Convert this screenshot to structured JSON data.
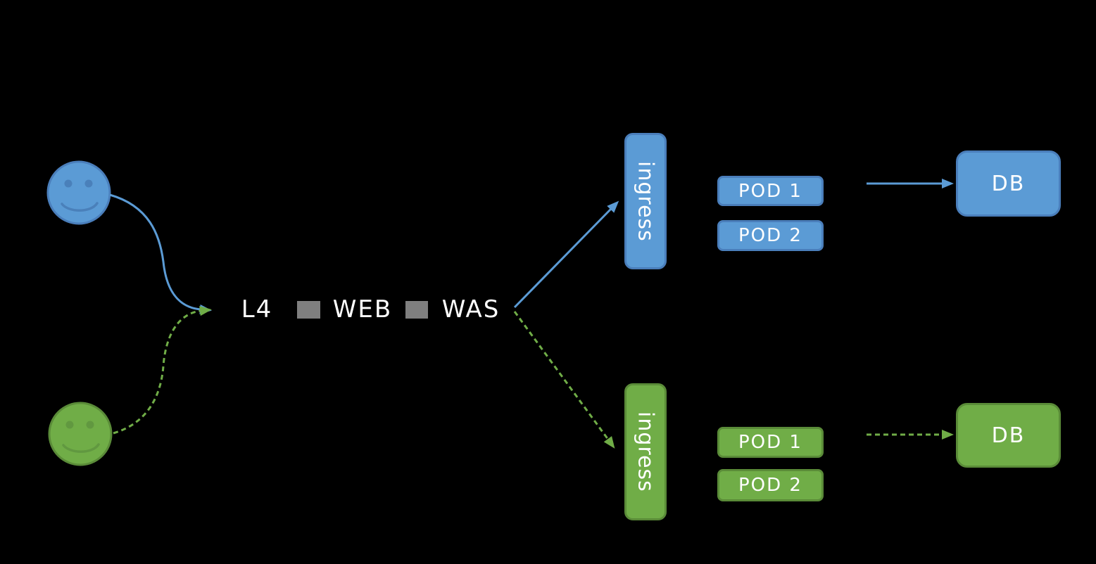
{
  "diagram": {
    "flow_chain": {
      "l4": "L4",
      "web": "WEB",
      "was": "WAS"
    },
    "blue_path": {
      "user": "blue-smiley-user",
      "ingress": "ingress",
      "pods": [
        "POD 1",
        "POD 2"
      ],
      "db": "DB",
      "line_style": "solid"
    },
    "green_path": {
      "user": "green-smiley-user",
      "ingress": "ingress",
      "pods": [
        "POD 1",
        "POD 2"
      ],
      "db": "DB",
      "line_style": "dashed"
    },
    "colors": {
      "background": "#000000",
      "blue_fill": "#5B9BD5",
      "blue_border": "#4A7EBB",
      "green_fill": "#70AD47",
      "green_border": "#5A8B38",
      "gray_connector": "#7F7F7F",
      "label_text": "#FFFFFF"
    }
  }
}
